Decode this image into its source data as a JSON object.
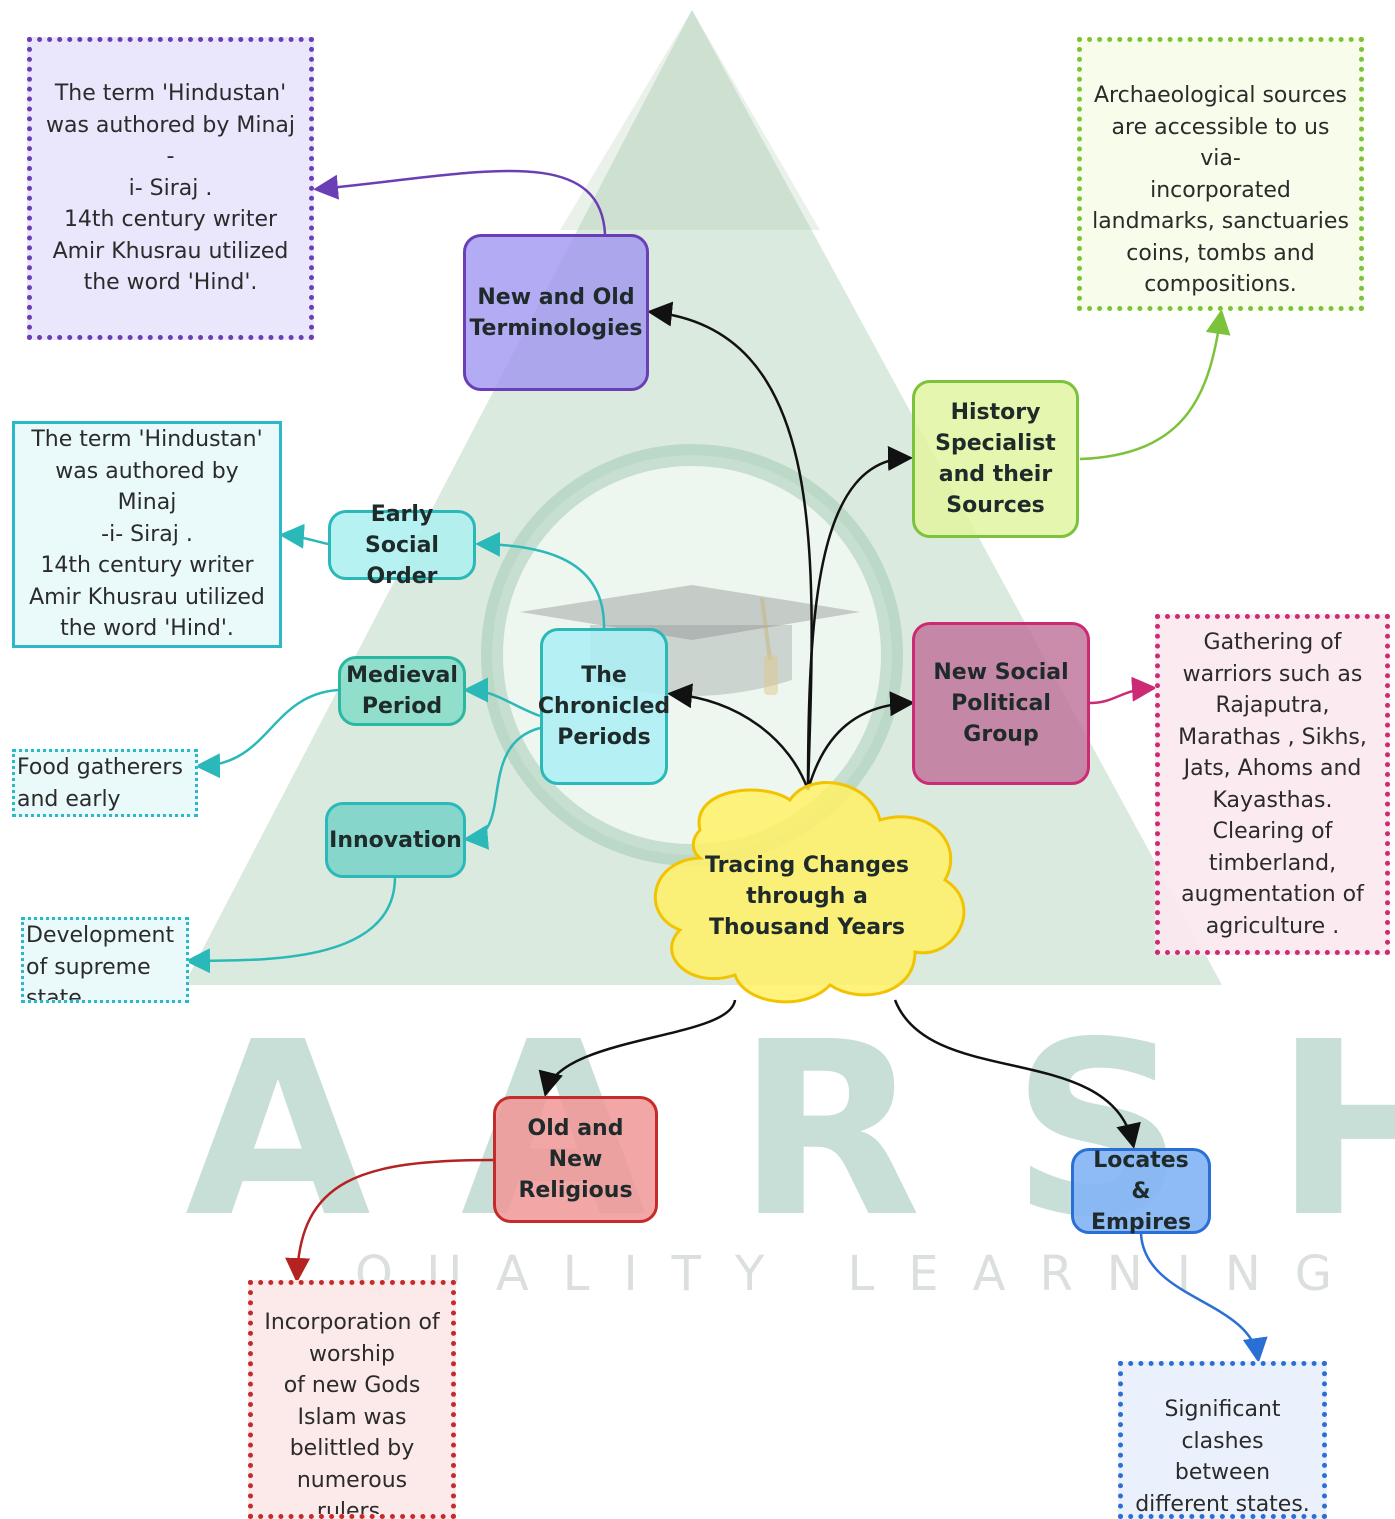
{
  "watermark": {
    "word": "AARSHI",
    "tagline": "QUALITY LEARNING"
  },
  "central": {
    "title": "Tracing Changes through a Thousand Years"
  },
  "topics": {
    "terminologies": "New and Old Terminologies",
    "history_specialist": "History Specialist and their Sources",
    "chronicled_periods": "The Chronicled Periods",
    "early_social_order": "Early Social Order",
    "medieval_period": "Medieval Period",
    "innovation": "Innovation",
    "new_social_political": "New Social Political Group",
    "old_new_religious": "Old and New Religious",
    "locates_empires": "Locates & Empires"
  },
  "notes": {
    "terminologies": "The term 'Hindustan'\nwas authored by Minaj -\ni- Siraj .\n14th century writer\nAmir Khusrau utilized\nthe word 'Hind'.",
    "early_social_order": "The term 'Hindustan'\nwas authored by Minaj\n-i- Siraj .\n14th century writer\nAmir Khusrau utilized\nthe word 'Hind'.",
    "history_specialist": "Archaeological  sources\nare accessible to us via-\nincorporated\nlandmarks, sanctuaries\ncoins, tombs and\ncompositions.",
    "medieval_period": "Food gatherers\nand early",
    "innovation": "Development\nof supreme\nstate",
    "new_social_political": "Gathering of\nwarriors such as\nRajaputra,\nMarathas , Sikhs,\nJats, Ahoms and\nKayasthas.\nClearing  of\ntimberland,\naugmentation of\nagriculture .",
    "old_new_religious": "Incorporation of\nworship\nof new Gods\nIslam was\nbelittled by\nnumerous rulers.",
    "locates_empires": "Significant\nclashes between\ndifferent states."
  },
  "colors": {
    "purple": "#7a5cc7",
    "green": "#7cc23a",
    "teal": "#2bb8b8",
    "magenta": "#cc2a74",
    "red": "#c42b2b",
    "blue": "#2a6fd6",
    "yellow": "#f2c300"
  }
}
